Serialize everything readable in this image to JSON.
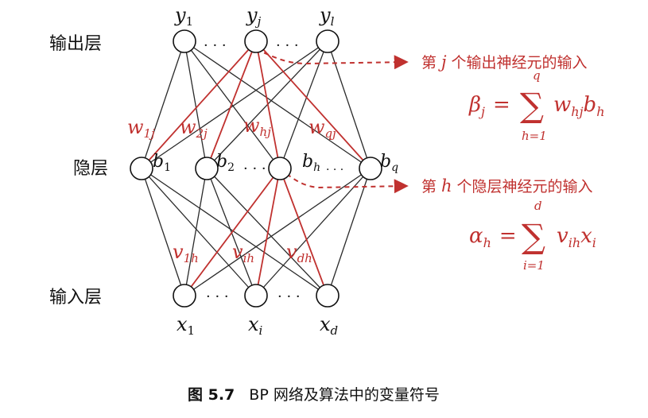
{
  "layers": {
    "output_label": "输出层",
    "hidden_label": "隐层",
    "input_label": "输入层"
  },
  "output_nodes": [
    {
      "base": "y",
      "sub": "1"
    },
    {
      "base": "y",
      "sub": "j"
    },
    {
      "base": "y",
      "sub": "l"
    }
  ],
  "hidden_nodes": [
    {
      "base": "b",
      "sub": "1"
    },
    {
      "base": "b",
      "sub": "2"
    },
    {
      "base": "b",
      "sub": "h"
    },
    {
      "base": "b",
      "sub": "q"
    }
  ],
  "input_nodes": [
    {
      "base": "x",
      "sub": "1"
    },
    {
      "base": "x",
      "sub": "i"
    },
    {
      "base": "x",
      "sub": "d"
    }
  ],
  "ellipsis": "· · ·",
  "weights_hidden_output": [
    {
      "base": "w",
      "sub": "1j"
    },
    {
      "base": "w",
      "sub": "2j"
    },
    {
      "base": "w",
      "sub": "hj"
    },
    {
      "base": "w",
      "sub": "qj"
    }
  ],
  "weights_input_hidden": [
    {
      "base": "v",
      "sub": "1h"
    },
    {
      "base": "v",
      "sub": "ih"
    },
    {
      "base": "v",
      "sub": "dh"
    }
  ],
  "annotations": {
    "output": {
      "prefix": "第",
      "var": "j",
      "suffix": "个输出神经元的输入",
      "lhs_base": "β",
      "lhs_sub": "j",
      "eq": "=",
      "sum": "∑",
      "upper": "q",
      "lower": "h=1",
      "term1_base": "w",
      "term1_sub": "hj",
      "term2_base": "b",
      "term2_sub": "h"
    },
    "hidden": {
      "prefix": "第",
      "var": "h",
      "suffix": "个隐层神经元的输入",
      "lhs_base": "α",
      "lhs_sub": "h",
      "eq": "=",
      "sum": "∑",
      "upper": "d",
      "lower": "i=1",
      "term1_base": "v",
      "term1_sub": "ih",
      "term2_base": "x",
      "term2_sub": "i"
    }
  },
  "caption": {
    "label": "图 5.7",
    "text": "BP 网络及算法中的变量符号"
  },
  "colors": {
    "accent_red": "#c0312f",
    "line_dark": "#2a2a2a",
    "text": "#111111"
  }
}
